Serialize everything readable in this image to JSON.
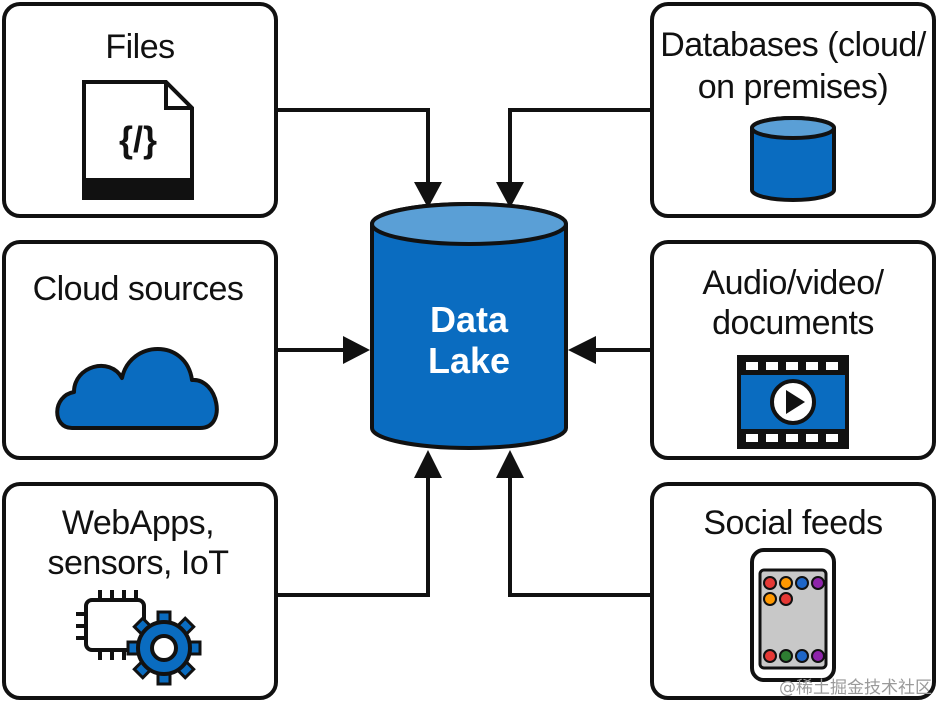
{
  "center": {
    "line1": "Data",
    "line2": "Lake"
  },
  "sources": {
    "files": {
      "label": "Files",
      "glyph": "{/}"
    },
    "databases": {
      "line1": "Databases (cloud/",
      "line2": "on premises)"
    },
    "cloud": {
      "label": "Cloud sources"
    },
    "media": {
      "line1": "Audio/video/",
      "line2": "documents"
    },
    "webapps": {
      "line1": "WebApps,",
      "line2": "sensors, IoT"
    },
    "social": {
      "label": "Social feeds"
    }
  },
  "watermark": "@稀土掘金技术社区",
  "colors": {
    "blue": "#0a6cc0",
    "blue_top": "#5a9fd6",
    "outline": "#111111",
    "phone_screen": "#c8c8c8"
  }
}
